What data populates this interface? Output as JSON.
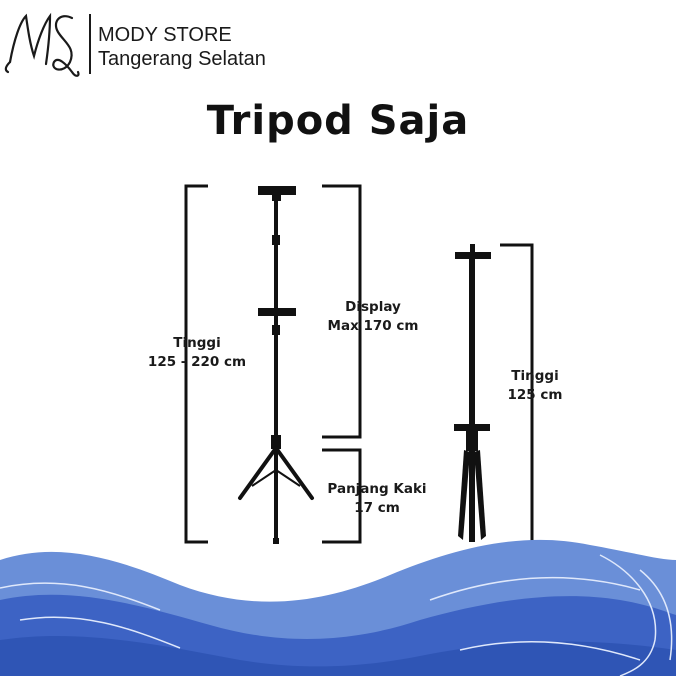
{
  "brand": {
    "logo_letters": "MS",
    "store_name": "MODY STORE",
    "store_city": "Tangerang Selatan"
  },
  "title": "Tripod Saja",
  "labels": {
    "height_full_line1": "Tinggi",
    "height_full_line2": "125 - 220 cm",
    "display_line1": "Display",
    "display_line2": "Max 170 cm",
    "leg_line1": "Panjang Kaki",
    "leg_line2": "17 cm",
    "height_folded_line1": "Tinggi",
    "height_folded_line2": "125 cm"
  },
  "colors": {
    "background": "#ffffff",
    "ink": "#111111",
    "wave_light": "#6a8fd8",
    "wave_dark": "#2f55b5",
    "wave_line": "#dfe8fb"
  }
}
